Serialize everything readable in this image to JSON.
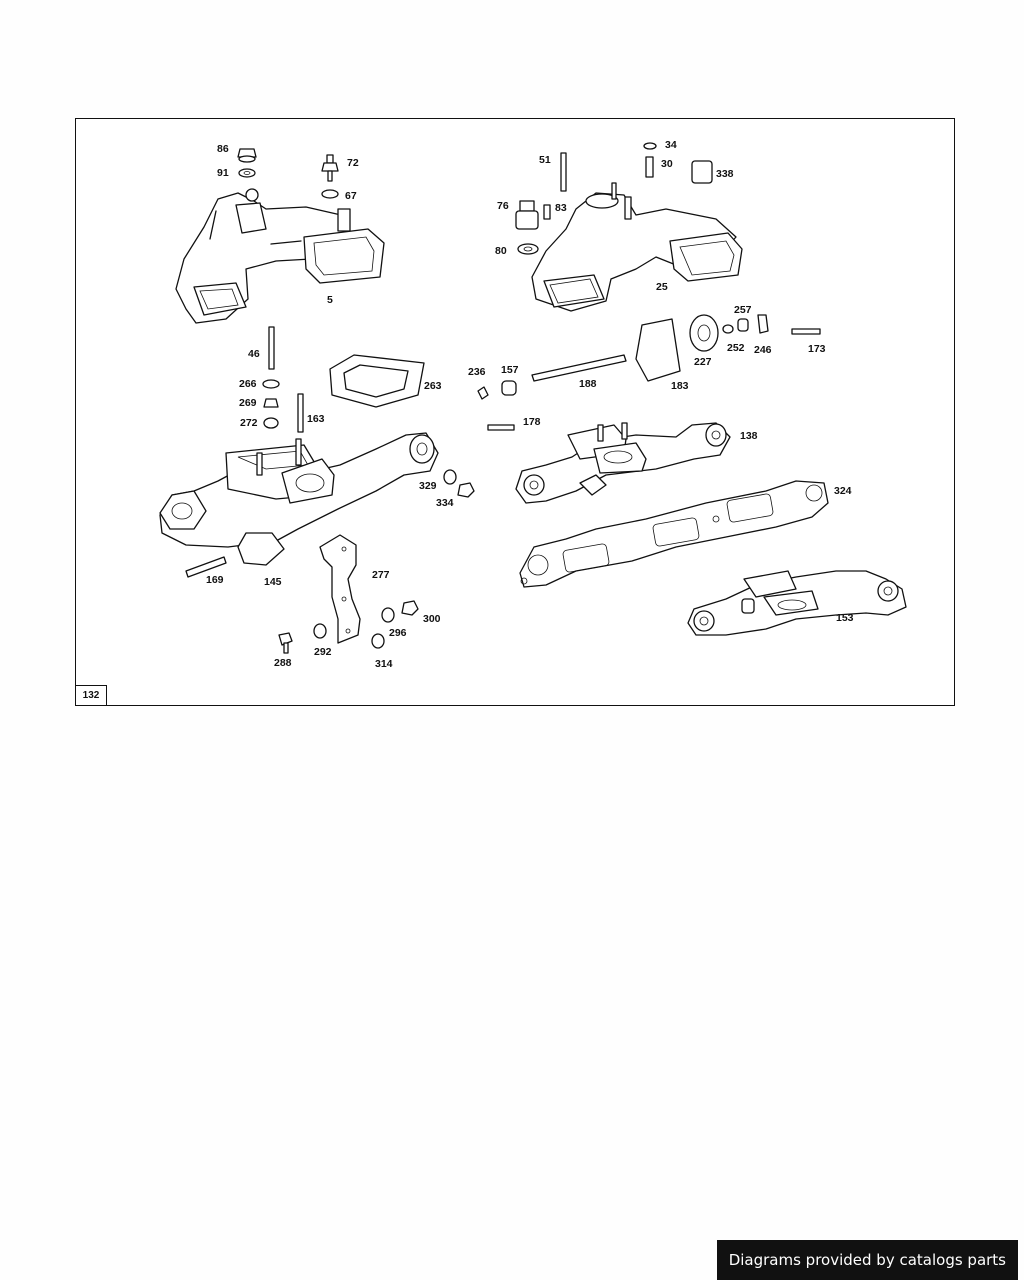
{
  "diagram": {
    "page_number": "132",
    "labels": [
      "86",
      "91",
      "72",
      "67",
      "5",
      "51",
      "34",
      "30",
      "338",
      "76",
      "83",
      "80",
      "25",
      "257",
      "46",
      "263",
      "236",
      "157",
      "188",
      "183",
      "227",
      "252",
      "246",
      "173",
      "266",
      "269",
      "272",
      "163",
      "178",
      "138",
      "329",
      "334",
      "324",
      "169",
      "145",
      "277",
      "300",
      "296",
      "288",
      "292",
      "314",
      "153"
    ]
  },
  "footer": {
    "credit": "Diagrams provided by catalogs parts"
  }
}
